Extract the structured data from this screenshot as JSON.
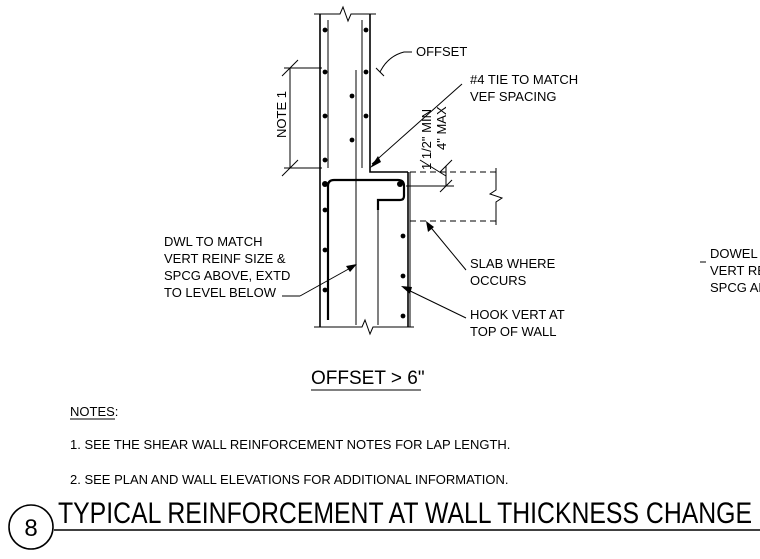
{
  "labels": {
    "offset": "OFFSET",
    "tie_line1": "#4 TIE TO MATCH",
    "tie_line2": "VEF SPACING",
    "note1": "NOTE 1",
    "min": "1 1/2\" MIN",
    "max": "4\" MAX",
    "dwl_line1": "DWL TO MATCH",
    "dwl_line2": "VERT REINF SIZE &",
    "dwl_line3": "SPCG ABOVE, EXTD",
    "dwl_line4": "TO LEVEL BELOW",
    "slab_line1": "SLAB WHERE",
    "slab_line2": "OCCURS",
    "hook_line1": "HOOK VERT AT",
    "hook_line2": "TOP OF WALL",
    "right_line1": "DOWEL T",
    "right_line2": "VERT RE",
    "right_line3": "SPCG AB"
  },
  "detail_subtitle": "OFFSET > 6\"",
  "notes": {
    "heading": "NOTES:",
    "items": [
      "1.  SEE THE SHEAR WALL REINFORCEMENT NOTES FOR LAP LENGTH.",
      "2.  SEE PLAN AND WALL ELEVATIONS FOR ADDITIONAL INFORMATION."
    ]
  },
  "title": {
    "number": "8",
    "text": "TYPICAL REINFORCEMENT AT WALL THICKNESS CHANGE"
  }
}
